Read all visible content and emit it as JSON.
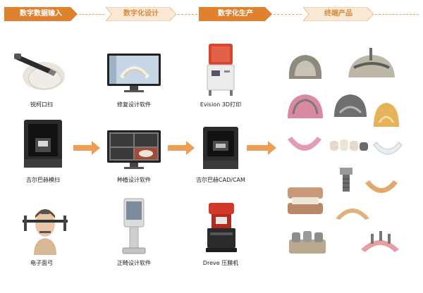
{
  "stages": [
    {
      "label": "数字数据输入",
      "style": "active"
    },
    {
      "label": "数字化设计",
      "style": "inactive"
    },
    {
      "label": "数字化生产",
      "style": "active"
    },
    {
      "label": "终端产品",
      "style": "inactive"
    }
  ],
  "column_input": {
    "items": [
      {
        "label": "锐柯口扫",
        "icon": "intraoral-scanner-icon"
      },
      {
        "label": "吉尔巴赫模扫",
        "icon": "desktop-scanner-icon"
      },
      {
        "label": "电子面弓",
        "icon": "facebow-icon"
      }
    ]
  },
  "column_design": {
    "items": [
      {
        "label": "修复设计软件",
        "icon": "restoration-software-monitor-icon"
      },
      {
        "label": "种植设计软件",
        "icon": "implant-software-monitor-icon"
      },
      {
        "label": "正畸设计软件",
        "icon": "orthodontic-kiosk-icon"
      }
    ]
  },
  "column_production": {
    "items": [
      {
        "label": "Evision 3D打印",
        "icon": "3d-printer-icon"
      },
      {
        "label": "吉尔巴赫CAD/CAM",
        "icon": "milling-machine-icon"
      },
      {
        "label": "Dreve 压膜机",
        "icon": "pressure-former-icon"
      }
    ]
  },
  "colors": {
    "accent": "#e0812f",
    "accent_dark": "#d4742a",
    "banner_light": "#fbe9d6",
    "arrow": "#ef9d55"
  }
}
